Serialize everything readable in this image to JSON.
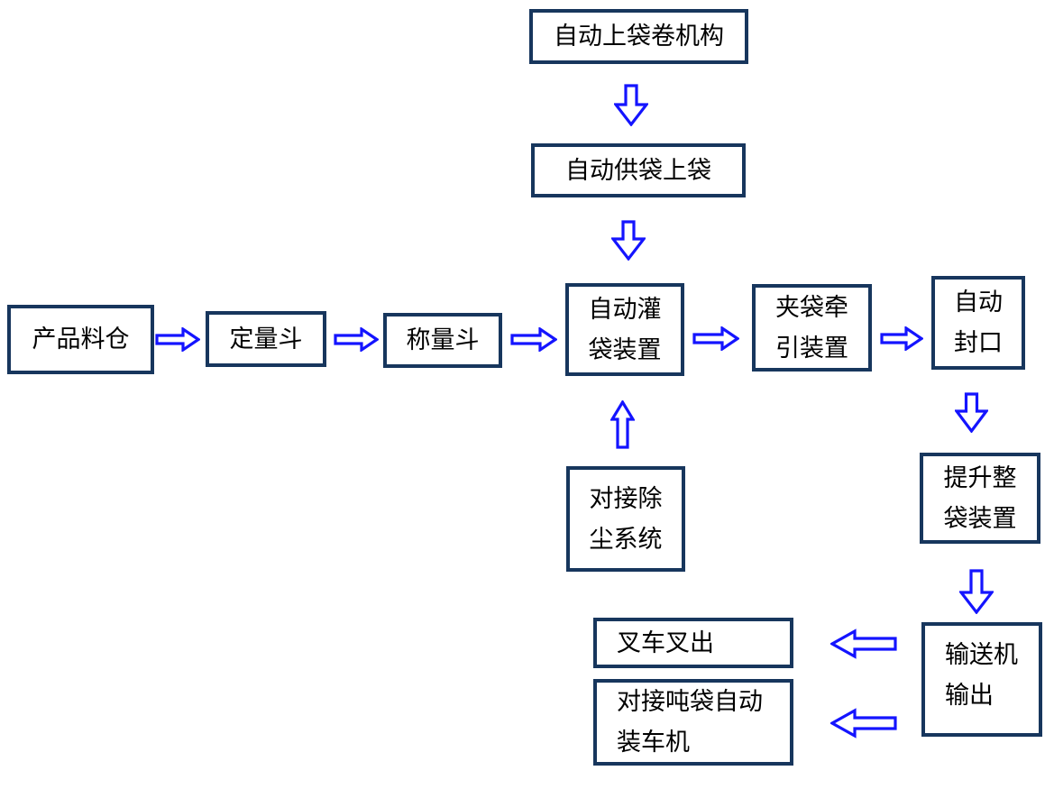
{
  "colors": {
    "box_border": "#17365d",
    "arrow_stroke": "#1414ff",
    "arrow_fill": "#ffffff",
    "text_color": "#000000",
    "bg": "#ffffff"
  },
  "nodes": {
    "bag_roll_mechanism": {
      "label": "自动上袋卷机构"
    },
    "bag_supply": {
      "label": "自动供袋上袋"
    },
    "product_silo": {
      "label": "产品料仓"
    },
    "quantitative_hopper": {
      "label": "定量斗"
    },
    "weighing_hopper": {
      "label": "称量斗"
    },
    "bag_filling": {
      "line1": "自动灌",
      "line2": "袋装置"
    },
    "bag_clamping": {
      "line1": "夹袋牵",
      "line2": "引装置"
    },
    "auto_sealing": {
      "line1": "自动",
      "line2": "封口"
    },
    "dust_removal": {
      "line1": "对接除",
      "line2": "尘系统"
    },
    "bag_lifting": {
      "line1": "提升整",
      "line2": "袋装置"
    },
    "conveyor_output": {
      "line1": "输送机",
      "line2": "输出"
    },
    "forklift_out": {
      "label": "叉车叉出"
    },
    "ton_bag_loader": {
      "line1": "对接吨袋自动",
      "line2": "装车机"
    }
  },
  "arrows": [
    {
      "from": "bag_roll_mechanism",
      "to": "bag_supply",
      "direction": "down"
    },
    {
      "from": "bag_supply",
      "to": "bag_filling",
      "direction": "down"
    },
    {
      "from": "product_silo",
      "to": "quantitative_hopper",
      "direction": "right"
    },
    {
      "from": "quantitative_hopper",
      "to": "weighing_hopper",
      "direction": "right"
    },
    {
      "from": "weighing_hopper",
      "to": "bag_filling",
      "direction": "right"
    },
    {
      "from": "bag_filling",
      "to": "bag_clamping",
      "direction": "right"
    },
    {
      "from": "bag_clamping",
      "to": "auto_sealing",
      "direction": "right"
    },
    {
      "from": "dust_removal",
      "to": "bag_filling",
      "direction": "up"
    },
    {
      "from": "auto_sealing",
      "to": "bag_lifting",
      "direction": "down"
    },
    {
      "from": "bag_lifting",
      "to": "conveyor_output",
      "direction": "down"
    },
    {
      "from": "conveyor_output",
      "to": "forklift_out",
      "direction": "left"
    },
    {
      "from": "conveyor_output",
      "to": "ton_bag_loader",
      "direction": "left"
    }
  ]
}
